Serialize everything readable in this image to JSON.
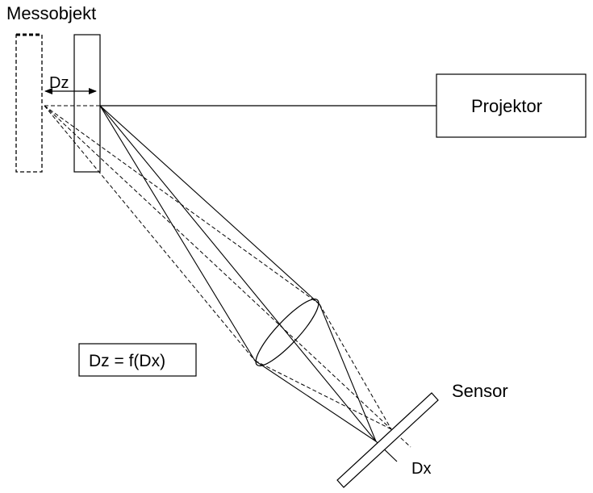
{
  "labels": {
    "object": "Messobjekt",
    "displacement_z": "Dz",
    "projector": "Projektor",
    "formula": "Dz = f(Dx)",
    "sensor": "Sensor",
    "displacement_x": "Dx"
  }
}
